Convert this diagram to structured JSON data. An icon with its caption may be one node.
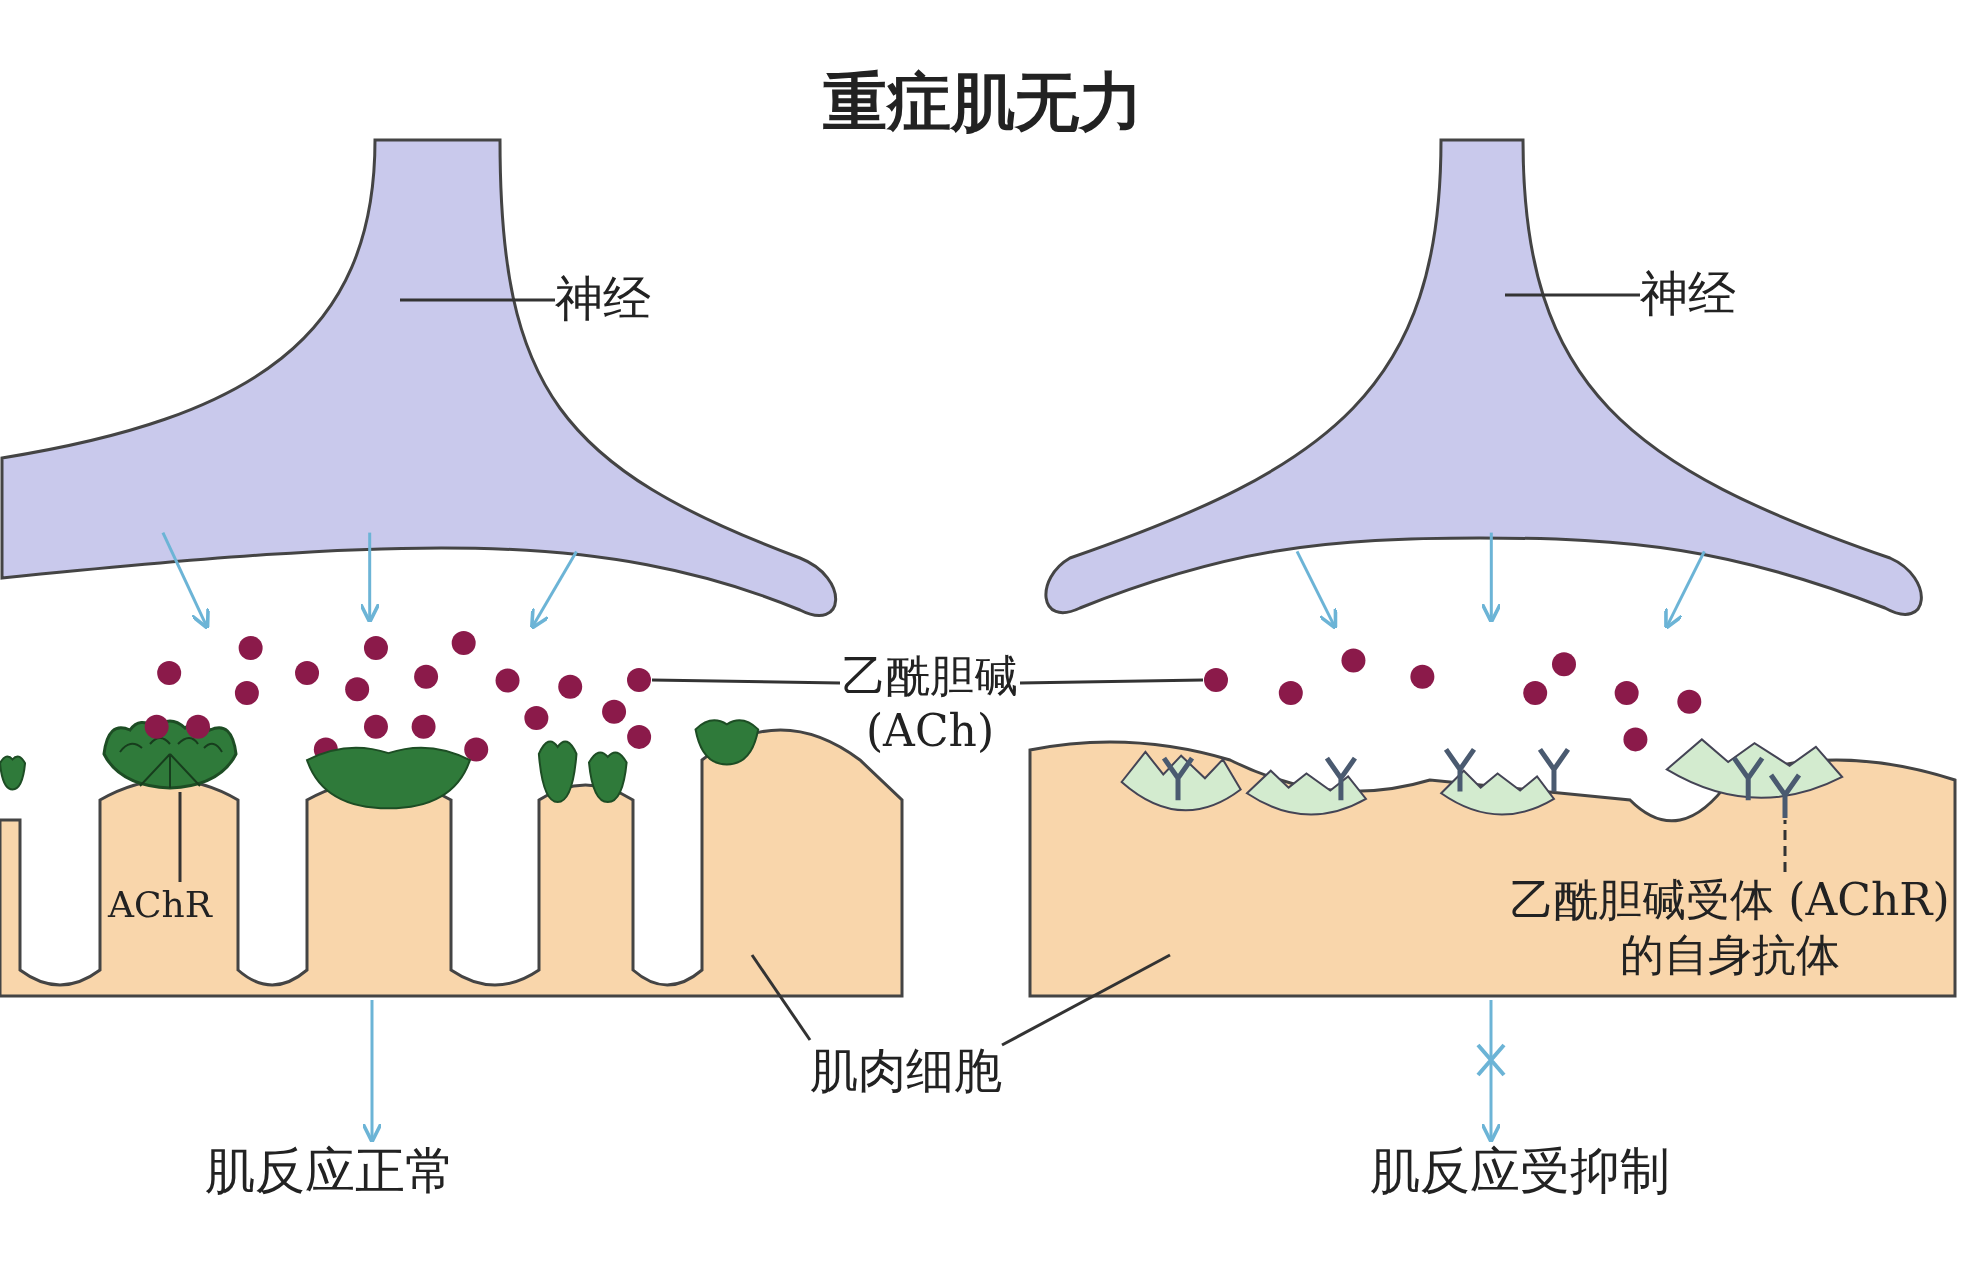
{
  "diagram": {
    "title": "重症肌无力",
    "nodes": [
      {
        "text": [],
        "shape": "picture"
      },
      {
        "text": [
          "神经"
        ]
      },
      {
        "text": [],
        "shape": "picture"
      },
      {
        "text": [
          "神经"
        ]
      },
      {
        "text": [
          "乙酰胆碱 (ACh)"
        ]
      },
      {
        "text": [],
        "shape": "circle"
      },
      {
        "text": [],
        "shape": "circle"
      },
      {
        "text": [
          "AChR"
        ],
        "in": 9
      },
      {
        "text": [],
        "shape": "picture"
      },
      {
        "text": [],
        "shape": "picture"
      },
      {
        "text": [],
        "shape": "picture"
      },
      {
        "text": [
          "肌肉细胞"
        ]
      },
      {
        "text": [
          "乙酰胆碱受体 (AChR)的自身抗体"
        ],
        "in": 10
      },
      {
        "text": [],
        "shape": "picture",
        "in": 10
      },
      {
        "text": [
          "肌反应正常"
        ]
      },
      {
        "text": [
          "肌反应受抑制"
        ]
      }
    ],
    "edges": [
      {
        "from": 1,
        "to": 0,
        "arrow": "none"
      },
      {
        "from": 3,
        "to": 2,
        "arrow": "none"
      },
      {
        "from": 4,
        "to": 5,
        "arrow": "none"
      },
      {
        "from": 4,
        "to": 6,
        "arrow": "none"
      },
      {
        "from": 7,
        "to": 8,
        "arrow": "none"
      },
      {
        "from": 12,
        "to": 13,
        "arrow": "none",
        "style": "dashed"
      },
      {
        "from": 11,
        "to": 9,
        "arrow": "none"
      },
      {
        "from": 11,
        "to": 10,
        "arrow": "none"
      },
      {
        "from": 9,
        "to": 14,
        "arrow": "to",
        "color": "#6cb4d6"
      },
      {
        "from": 10,
        "to": 15,
        "arrow": "to",
        "color": "#6cb4d6"
      }
    ]
  }
}
